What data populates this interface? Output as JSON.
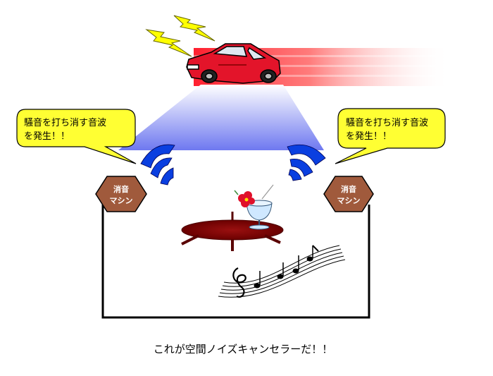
{
  "bubble_left": {
    "line1": "騒音を打ち消す音波",
    "line2": "を発生！！"
  },
  "bubble_right": {
    "line1": "騒音を打ち消す音波",
    "line2": "を発生！！"
  },
  "machine_left": {
    "line1": "消音",
    "line2": "マシン"
  },
  "machine_right": {
    "line1": "消音",
    "line2": "マシン"
  },
  "caption": "これが空間ノイズキャンセラーだ！！",
  "colors": {
    "car_red": "#e3142a",
    "speed_red": "#ff1f2f",
    "bubble_fill": "#ffff33",
    "machine_fill": "#a05a3c",
    "wave_blue": "#0a3fe0",
    "beam_blue": "#6e78f0",
    "table_dark": "#7a0000",
    "lightning_yellow": "#ffff00"
  },
  "icons": [
    "lightning-icon",
    "car-icon",
    "speaker-wave-icon",
    "table-icon",
    "glass-icon",
    "flower-icon",
    "music-staff-icon",
    "treble-clef-icon"
  ]
}
